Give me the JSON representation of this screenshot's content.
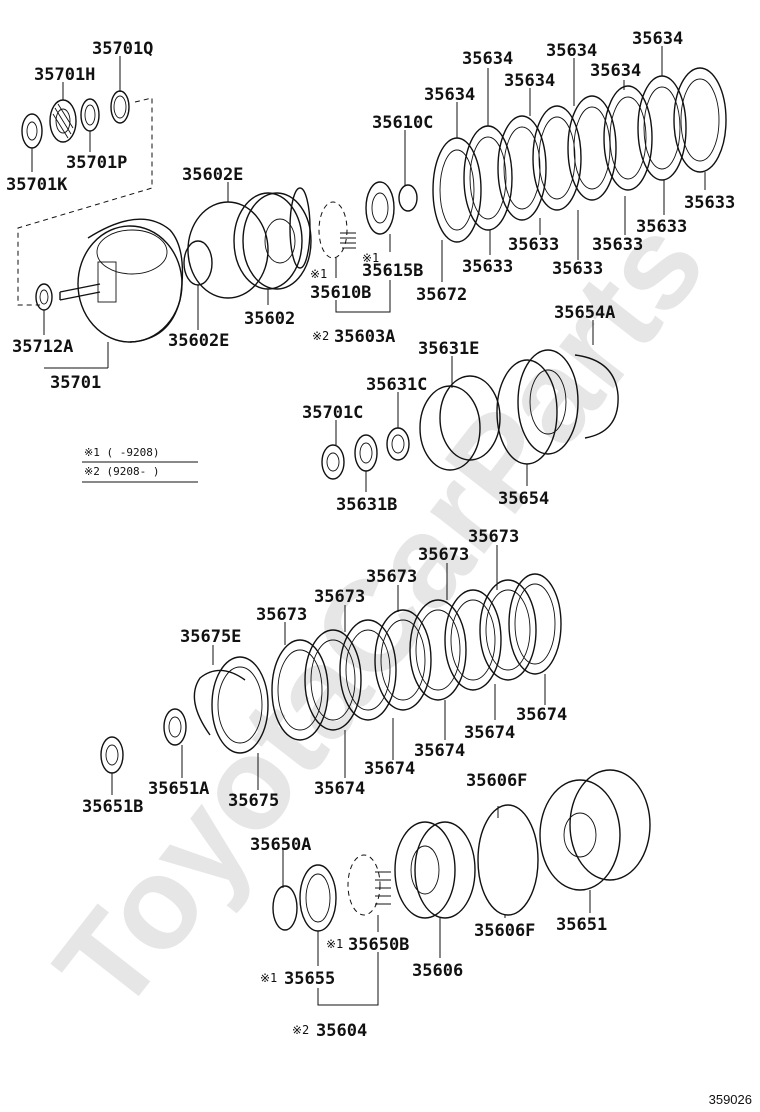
{
  "watermark": "ToyotaCarParts",
  "drawing_number": "359026",
  "legend": {
    "note1": "※1 (     -9208)",
    "note2": "※2 (9208-      )"
  },
  "labels": {
    "p35701Q": "35701Q",
    "p35701H": "35701H",
    "p35701P": "35701P",
    "p35701K": "35701K",
    "p35602E_top": "35602E",
    "p35602E_bot": "35602E",
    "p35602": "35602",
    "p35712A": "35712A",
    "p35701": "35701",
    "p35610C": "35610C",
    "p35610B_mark": "※1",
    "p35610B": "35610B",
    "p35615B_mark": "※1",
    "p35615B": "35615B",
    "p35603A_mark": "※2",
    "p35603A": "35603A",
    "p35672": "35672",
    "p35634_1": "35634",
    "p35634_2": "35634",
    "p35634_3": "35634",
    "p35634_4": "35634",
    "p35634_5": "35634",
    "p35634_6": "35634",
    "p35633_1": "35633",
    "p35633_2": "35633",
    "p35633_3": "35633",
    "p35633_4": "35633",
    "p35633_5": "35633",
    "p35633_6": "35633",
    "p35654A": "35654A",
    "p35631E": "35631E",
    "p35631C": "35631C",
    "p35701C": "35701C",
    "p35631B": "35631B",
    "p35654": "35654",
    "p35673_1": "35673",
    "p35673_2": "35673",
    "p35673_3": "35673",
    "p35673_4": "35673",
    "p35673_5": "35673",
    "p35675E": "35675E",
    "p35674_1": "35674",
    "p35674_2": "35674",
    "p35674_3": "35674",
    "p35674_4": "35674",
    "p35674_5": "35674",
    "p35651B": "35651B",
    "p35651A": "35651A",
    "p35675": "35675",
    "p35606F_top": "35606F",
    "p35606F_bot": "35606F",
    "p35650A": "35650A",
    "p35650B_mark": "※1",
    "p35650B": "35650B",
    "p35606": "35606",
    "p35651": "35651",
    "p35655_mark": "※1",
    "p35655": "35655",
    "p35604_mark": "※2",
    "p35604": "35604"
  }
}
